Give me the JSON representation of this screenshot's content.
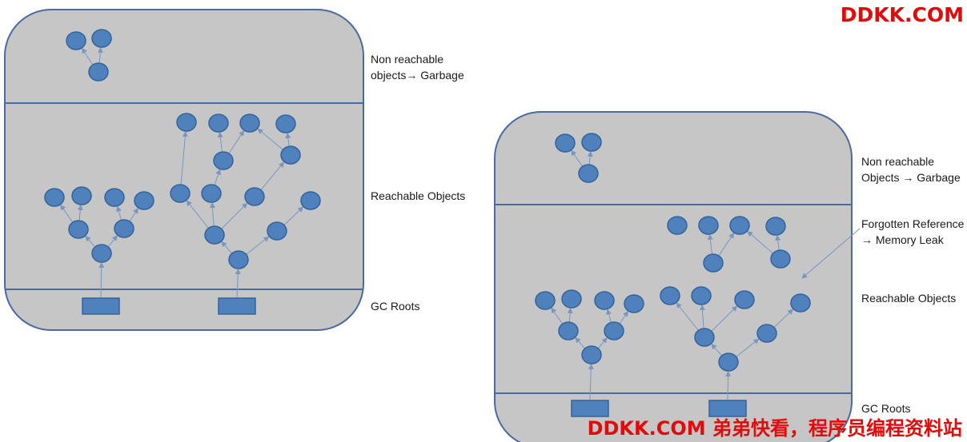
{
  "colors": {
    "panel_fill": "#c6c6c6",
    "panel_border": "#4a6aa0",
    "node_fill": "#4f81bd",
    "node_stroke": "#35629a",
    "edge": "#7896c0",
    "watermark": "#e10b0b"
  },
  "diagrams": [
    {
      "id": "normal",
      "labels": {
        "non_reachable_line1": "Non reachable",
        "non_reachable_line2": "objects→ Garbage",
        "reachable": "Reachable Objects",
        "gc_roots": "GC Roots"
      }
    },
    {
      "id": "memory-leak",
      "labels": {
        "non_reachable_line1": "Non reachable",
        "non_reachable_line2": "Objects → Garbage",
        "forgotten_line1": "Forgotten Reference",
        "forgotten_line2": "→ Memory Leak",
        "reachable": "Reachable Objects",
        "gc_roots": "GC Roots"
      }
    }
  ],
  "watermarks": {
    "top": "DDKK.COM",
    "bottom": "DDKK.COM 弟弟快看，程序员编程资料站"
  }
}
